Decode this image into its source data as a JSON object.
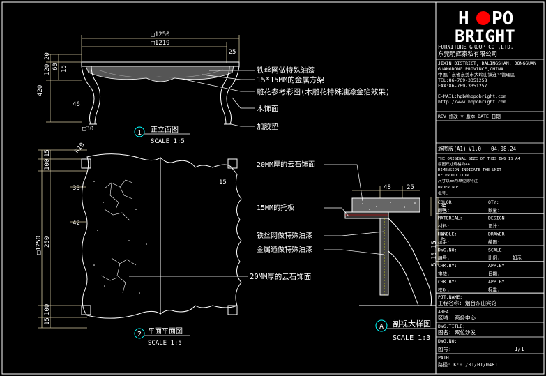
{
  "colors": {
    "background": "#000000",
    "line": "#ffffff",
    "dimension": "#ffff00",
    "dim_line": "#d4c9a0",
    "accent": "#ff0000",
    "circle": "#00ffff"
  },
  "title_block": {
    "logo_part1": "H",
    "logo_part2": "PO",
    "logo_bottom": "BRIGHT",
    "company_en": "FURNITURE GROUP CO.,LTD.",
    "company_cn": "东莞明辉家私有限公司",
    "address_lines": [
      "JIXIN DISTRICT, DALINGSHAN, DONGGUAN",
      "GUANGDONG PROVINCE,CHINA",
      "中国广东省东莞市大岭山镇连平管理区",
      "TEL:86-769-3351258",
      "FAX:86-769-3351257",
      "E-MAIL:hpb@hopobright.com",
      "http://www.hopobright.com"
    ],
    "revision_header": "REV 修改 ▽ 版本 DATE 日期",
    "issue_row": [
      "施图版(A1)",
      "V1.0",
      "04.08.24"
    ],
    "notes": [
      "THE ORIGINAL SIZE OF THIS DWG IS A4",
      "原图尺寸规格为A4",
      "DIMENSION INDICATE THE UNIT",
      "OF PRODUCTION",
      "尺寸以mm为单位除特注",
      "ORDER NO:",
      "批号:"
    ],
    "fields": [
      [
        "COLOR:",
        "",
        "QTY:",
        ""
      ],
      [
        "颜色:",
        "",
        "数量:",
        ""
      ],
      [
        "MATERIAL:",
        "",
        "DESIGN:",
        ""
      ],
      [
        "材料:",
        "",
        "设计:",
        ""
      ],
      [
        "HANDLE:",
        "",
        "DRAWER:",
        ""
      ],
      [
        "拉手:",
        "",
        "绘图:",
        ""
      ],
      [
        "DWG.NO:",
        "",
        "SCALE:",
        ""
      ],
      [
        "编号:",
        "",
        "比例:",
        "如示"
      ],
      [
        "CHK.BY:",
        "",
        "APP.BY:",
        ""
      ],
      [
        "审核:",
        "",
        "日期:",
        ""
      ],
      [
        "CHK.BY:",
        "",
        "APP.BY:",
        ""
      ],
      [
        "校对:",
        "",
        "标准:",
        ""
      ]
    ],
    "project_label": "PJT.NAME:",
    "project_value": "工程名称:  烟台东山宾馆",
    "area_label": "AREA:",
    "area_value": "区域:     商务中心",
    "dwg_title_label": "DWG.TITLE:",
    "dwg_title_value": "图名:      双位沙发",
    "dwg_no_label": "DWG.NO:",
    "page_label": "图号:",
    "page_value": "1/1",
    "path_label": "PATH:",
    "path_value": "路径:      K:01/01/01/0481"
  },
  "elevation": {
    "dims": [
      "□1250",
      "□1219",
      "25",
      "20",
      "120",
      "60",
      "15",
      "420",
      "46",
      "□30"
    ],
    "callouts": [
      "铁丝网做特殊油漆",
      "15*15MM的金属方架",
      "雕花参考彩图(木雕花特殊油漆金箔效果)",
      "木饰面",
      "加胶垫"
    ],
    "label_num": "1",
    "label_title": "正立面图",
    "label_scale": "SCALE 1:5"
  },
  "plan": {
    "dims": [
      "15",
      "100",
      "□1250",
      "250",
      "15",
      "100",
      "R10",
      "33",
      "42",
      "15"
    ],
    "callout": "20MM厚的云石饰面",
    "label_num": "2",
    "label_title": "平面平面图",
    "label_scale": "SCALE 1:5"
  },
  "section": {
    "dims": [
      "48",
      "25",
      "20",
      "75",
      "15",
      "15",
      "5"
    ],
    "callouts": [
      "20MM厚的云石饰面",
      "15MM的托板",
      "铁丝网做特殊油漆",
      "金属通做特殊油漆"
    ],
    "label_num": "A",
    "label_title": "剖视大样图",
    "label_scale": "SCALE 1:3"
  }
}
